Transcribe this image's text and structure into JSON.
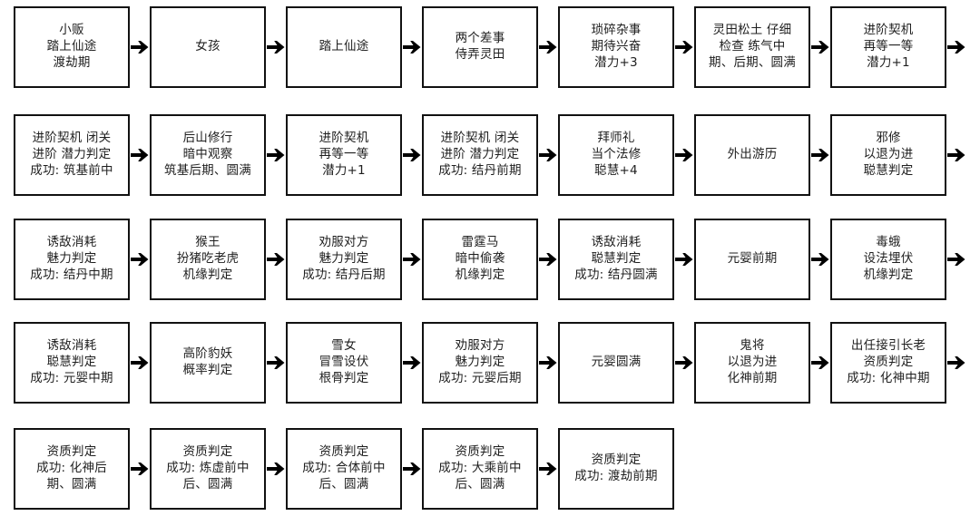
{
  "chart_data": {
    "type": "diagram",
    "title": "",
    "subtype": "left-to-right sequential flowchart (wrapped into 5 rows)",
    "orientation": "horizontal-wrap",
    "node_count": 33,
    "connector": "arrow-right"
  },
  "flowchart": {
    "arrow_glyph": "arrow-right",
    "box_border_color": "#111111",
    "box_fill_color": "#ffffff",
    "text_color": "#1f1f1f",
    "rows": [
      {
        "row_index": 0,
        "trailing_arrow": true,
        "nodes": [
          {
            "id": "n1",
            "lines": [
              "小贩",
              "踏上仙途",
              "渡劫期"
            ]
          },
          {
            "id": "n2",
            "lines": [
              "女孩"
            ]
          },
          {
            "id": "n3",
            "lines": [
              "踏上仙途"
            ]
          },
          {
            "id": "n4",
            "lines": [
              "两个差事",
              "侍弄灵田"
            ]
          },
          {
            "id": "n5",
            "lines": [
              "琐碎杂事",
              "期待兴奋",
              "潜力+3"
            ]
          },
          {
            "id": "n6",
            "lines": [
              "灵田松土 仔细",
              "检查 练气中",
              "期、后期、圆满"
            ]
          },
          {
            "id": "n7",
            "lines": [
              "进阶契机",
              "再等一等",
              "潜力+1"
            ]
          }
        ]
      },
      {
        "row_index": 1,
        "trailing_arrow": true,
        "nodes": [
          {
            "id": "n8",
            "lines": [
              "进阶契机 闭关",
              "进阶 潜力判定",
              "成功: 筑基前中"
            ]
          },
          {
            "id": "n9",
            "lines": [
              "后山修行",
              "暗中观察",
              "筑基后期、圆满"
            ]
          },
          {
            "id": "n10",
            "lines": [
              "进阶契机",
              "再等一等",
              "潜力+1"
            ]
          },
          {
            "id": "n11",
            "lines": [
              "进阶契机 闭关",
              "进阶 潜力判定",
              "成功: 结丹前期"
            ]
          },
          {
            "id": "n12",
            "lines": [
              "拜师礼",
              "当个法修",
              "聪慧+4"
            ]
          },
          {
            "id": "n13",
            "lines": [
              "外出游历"
            ]
          },
          {
            "id": "n14",
            "lines": [
              "邪修",
              "以退为进",
              "聪慧判定"
            ]
          }
        ]
      },
      {
        "row_index": 2,
        "trailing_arrow": true,
        "nodes": [
          {
            "id": "n15",
            "lines": [
              "诱敌消耗",
              "魅力判定",
              "成功: 结丹中期"
            ]
          },
          {
            "id": "n16",
            "lines": [
              "猴王",
              "扮猪吃老虎",
              "机缘判定"
            ]
          },
          {
            "id": "n17",
            "lines": [
              "劝服对方",
              "魅力判定",
              "成功: 结丹后期"
            ]
          },
          {
            "id": "n18",
            "lines": [
              "雷霆马",
              "暗中偷袭",
              "机缘判定"
            ]
          },
          {
            "id": "n19",
            "lines": [
              "诱敌消耗",
              "聪慧判定",
              "成功: 结丹圆满"
            ]
          },
          {
            "id": "n20",
            "lines": [
              "元婴前期"
            ]
          },
          {
            "id": "n21",
            "lines": [
              "毒蛾",
              "设法埋伏",
              "机缘判定"
            ]
          }
        ]
      },
      {
        "row_index": 3,
        "trailing_arrow": true,
        "nodes": [
          {
            "id": "n22",
            "lines": [
              "诱敌消耗",
              "聪慧判定",
              "成功: 元婴中期"
            ]
          },
          {
            "id": "n23",
            "lines": [
              "高阶豹妖",
              "概率判定"
            ]
          },
          {
            "id": "n24",
            "lines": [
              "雪女",
              "冒雪设伏",
              "根骨判定"
            ]
          },
          {
            "id": "n25",
            "lines": [
              "劝服对方",
              "魅力判定",
              "成功: 元婴后期"
            ]
          },
          {
            "id": "n26",
            "lines": [
              "元婴圆满"
            ]
          },
          {
            "id": "n27",
            "lines": [
              "鬼将",
              "以退为进",
              "化神前期"
            ]
          },
          {
            "id": "n28",
            "lines": [
              "出任接引长老",
              "资质判定",
              "成功: 化神中期"
            ]
          }
        ]
      },
      {
        "row_index": 4,
        "trailing_arrow": false,
        "nodes": [
          {
            "id": "n29",
            "lines": [
              "资质判定",
              "成功: 化神后",
              "期、圆满"
            ]
          },
          {
            "id": "n30",
            "lines": [
              "资质判定",
              "成功: 炼虚前中",
              "后、圆满"
            ]
          },
          {
            "id": "n31",
            "lines": [
              "资质判定",
              "成功: 合体前中",
              "后、圆满"
            ]
          },
          {
            "id": "n32",
            "lines": [
              "资质判定",
              "成功: 大乘前中",
              "后、圆满"
            ]
          },
          {
            "id": "n33",
            "lines": [
              "资质判定",
              "成功: 渡劫前期"
            ]
          }
        ]
      }
    ]
  }
}
